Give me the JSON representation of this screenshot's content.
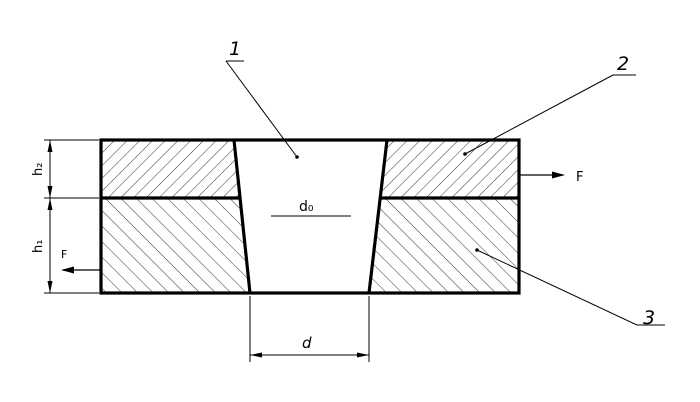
{
  "figure": {
    "labels": {
      "part_1": "1",
      "part_2": "2",
      "part_3": "3",
      "hole_top_diameter": "d₀",
      "hole_bottom_diameter": "d",
      "height_top": "h₂",
      "height_bottom": "h₁",
      "force_right": "F",
      "force_left": "F"
    }
  }
}
